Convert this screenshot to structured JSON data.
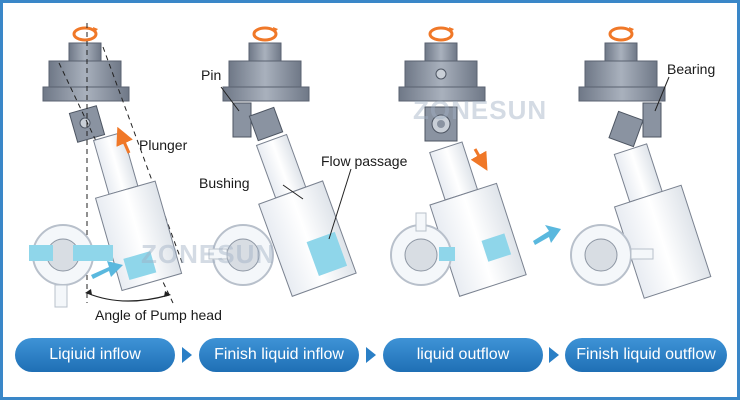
{
  "labels": {
    "plunger": "Plunger",
    "angle": "Angle of Pump head",
    "pin": "Pin",
    "bushing": "Bushing",
    "flow_passage": "Flow passage",
    "bearing": "Bearing"
  },
  "watermark": "ZONESUN",
  "steps": [
    {
      "label": "Liqiuid inflow"
    },
    {
      "label": "Finish liquid inflow"
    },
    {
      "label": "liquid outflow"
    },
    {
      "label": "Finish liquid outflow"
    }
  ],
  "colors": {
    "border": "#3a87c8",
    "step_fill": "#2a7fc6",
    "liquid": "#8fd6ea",
    "arrow_orange": "#f07828",
    "metal": "#8f98a6"
  },
  "icons": [
    "rotation-icon",
    "flow-arrow-icon",
    "step-arrow-icon"
  ]
}
